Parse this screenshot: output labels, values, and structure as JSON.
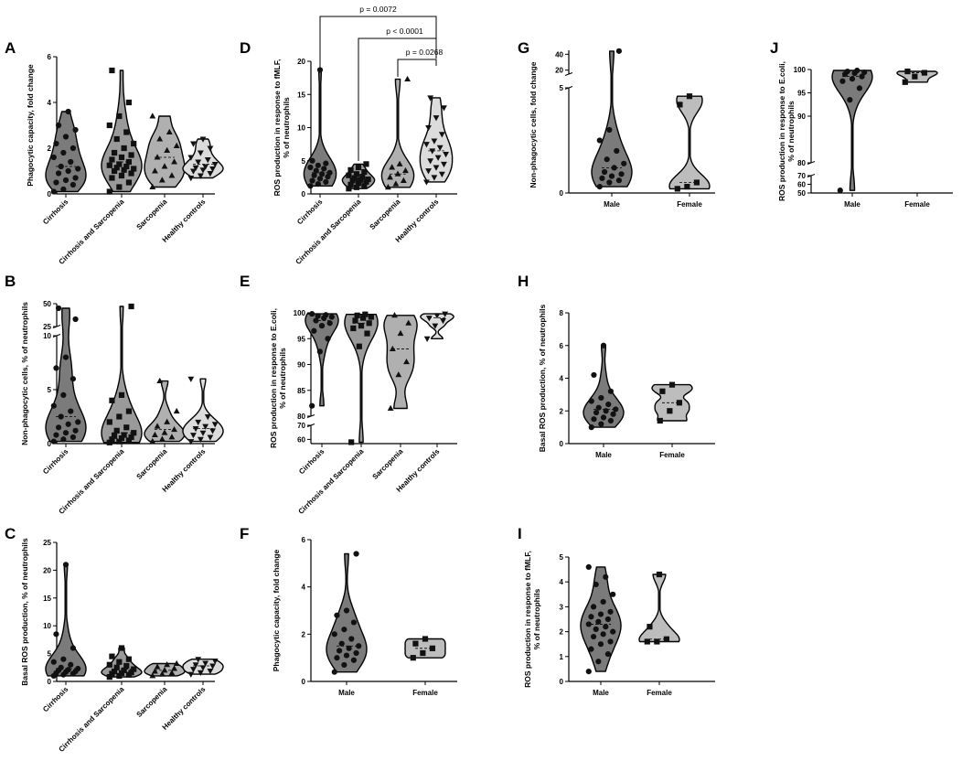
{
  "chart_data": [
    {
      "panel": "A",
      "type": "violin",
      "ylabel": "Phagocytic capacity, fold change",
      "yticks": [
        0,
        2,
        4,
        6
      ],
      "ylim": [
        0,
        6
      ],
      "categories": [
        "Cirrhosis",
        "Cirrhosis and Sarcopenia",
        "Sarcopenia",
        "Healthy controls"
      ],
      "fills": [
        "#7b7b7b",
        "#9a9a9a",
        "#b0b0b0",
        "#dcdcdc"
      ],
      "markers": [
        "circle",
        "square",
        "triangle",
        "triangle-down"
      ],
      "series": [
        {
          "values": [
            0.1,
            0.2,
            0.4,
            0.5,
            0.6,
            0.7,
            0.9,
            1.0,
            1.1,
            1.2,
            1.4,
            1.6,
            1.8,
            2.0,
            2.2,
            2.5,
            2.8,
            3.0,
            3.6
          ]
        },
        {
          "values": [
            0.1,
            0.3,
            0.5,
            0.7,
            0.8,
            0.9,
            1.0,
            1.05,
            1.1,
            1.15,
            1.2,
            1.25,
            1.3,
            1.4,
            1.5,
            1.6,
            1.7,
            1.8,
            2.0,
            2.2,
            2.4,
            2.7,
            3.0,
            3.4,
            4.0,
            5.4
          ]
        },
        {
          "values": [
            0.3,
            0.6,
            0.8,
            1.0,
            1.2,
            1.4,
            1.6,
            1.9,
            2.1,
            2.4,
            2.7,
            3.4
          ]
        },
        {
          "values": [
            0.7,
            0.8,
            0.9,
            1.0,
            1.05,
            1.1,
            1.15,
            1.2,
            1.3,
            1.4,
            1.5,
            1.6,
            1.8,
            2.0,
            2.2,
            2.4
          ]
        }
      ]
    },
    {
      "panel": "B",
      "type": "violin",
      "ylabel": "Non-phagocytic cells, % of neutrophils",
      "yticks": [
        0,
        5,
        10,
        25,
        50
      ],
      "ylim": [
        0,
        50
      ],
      "axis_break": [
        10,
        25
      ],
      "categories": [
        "Cirrhosis",
        "Cirrhosis and Sarcopenia",
        "Sarcopenia",
        "Healthy controls"
      ],
      "fills": [
        "#7b7b7b",
        "#9a9a9a",
        "#b0b0b0",
        "#dcdcdc"
      ],
      "markers": [
        "circle",
        "square",
        "triangle",
        "triangle-down"
      ],
      "series": [
        {
          "values": [
            0.2,
            0.4,
            0.6,
            0.8,
            1.0,
            1.2,
            1.5,
            1.8,
            2.0,
            2.5,
            3.0,
            3.5,
            4.5,
            6.0,
            7.0,
            8.0,
            33,
            45
          ]
        },
        {
          "values": [
            0.1,
            0.2,
            0.3,
            0.4,
            0.5,
            0.6,
            0.7,
            0.8,
            1.0,
            1.2,
            1.5,
            2.0,
            2.5,
            3.0,
            4.0,
            4.5,
            47
          ]
        },
        {
          "values": [
            0.2,
            0.4,
            0.6,
            0.8,
            1.0,
            1.3,
            1.6,
            2.0,
            3.0,
            5.8
          ]
        },
        {
          "values": [
            0.2,
            0.4,
            0.6,
            0.8,
            1.0,
            1.2,
            1.4,
            1.6,
            1.8,
            2.0,
            2.5,
            6.0
          ]
        }
      ]
    },
    {
      "panel": "C",
      "type": "violin",
      "ylabel": "Basal ROS production, % of neutrophils",
      "yticks": [
        0,
        5,
        10,
        15,
        20,
        25
      ],
      "ylim": [
        0,
        25
      ],
      "categories": [
        "Cirrhosis",
        "Cirrhosis and Sarcopenia",
        "Sarcopenia",
        "Healthy controls"
      ],
      "fills": [
        "#7b7b7b",
        "#9a9a9a",
        "#b0b0b0",
        "#dcdcdc"
      ],
      "markers": [
        "circle",
        "square",
        "triangle",
        "triangle-down"
      ],
      "series": [
        {
          "values": [
            1.0,
            1.2,
            1.4,
            1.5,
            1.7,
            1.8,
            2.0,
            2.1,
            2.3,
            2.5,
            3.0,
            3.5,
            4.0,
            6.0,
            8.5,
            21
          ]
        },
        {
          "values": [
            0.8,
            1.0,
            1.2,
            1.4,
            1.5,
            1.6,
            1.8,
            2.0,
            2.2,
            2.5,
            2.8,
            3.0,
            3.5,
            4.0,
            4.5,
            6.0
          ]
        },
        {
          "values": [
            1.0,
            1.3,
            1.5,
            1.8,
            2.0,
            2.3,
            2.6,
            3.0,
            3.2
          ]
        },
        {
          "values": [
            1.3,
            1.6,
            1.9,
            2.2,
            2.5,
            2.8,
            3.0,
            3.3,
            3.7,
            4.0
          ]
        }
      ]
    },
    {
      "panel": "D",
      "type": "violin",
      "ylabel": "ROS production in response to fMLF, % of neutrophils",
      "yticks": [
        0,
        5,
        10,
        15,
        20
      ],
      "ylim": [
        0,
        20
      ],
      "categories": [
        "Cirrhosis",
        "Cirrhosis and Sarcopenia",
        "Sarcopenia",
        "Healthy controls"
      ],
      "fills": [
        "#7b7b7b",
        "#9a9a9a",
        "#b0b0b0",
        "#dcdcdc"
      ],
      "markers": [
        "circle",
        "square",
        "triangle",
        "triangle-down"
      ],
      "series": [
        {
          "values": [
            1.2,
            1.5,
            1.8,
            2.0,
            2.3,
            2.6,
            2.8,
            3.0,
            3.2,
            3.5,
            3.8,
            4.0,
            4.3,
            4.6,
            5.0,
            18.7
          ]
        },
        {
          "values": [
            0.8,
            1.0,
            1.2,
            1.4,
            1.6,
            1.8,
            2.0,
            2.1,
            2.2,
            2.4,
            2.6,
            2.8,
            3.0,
            3.3,
            3.6,
            4.0,
            4.5
          ]
        },
        {
          "values": [
            1.0,
            1.5,
            2.0,
            2.5,
            3.0,
            3.5,
            4.0,
            4.5,
            17.3
          ]
        },
        {
          "values": [
            1.8,
            2.5,
            3.0,
            3.5,
            4.0,
            4.5,
            5.0,
            5.5,
            6.0,
            6.5,
            7.0,
            7.5,
            8.0,
            9.0,
            10.0,
            11.5,
            13.0,
            14.5
          ]
        }
      ],
      "annotations": [
        "p = 0.0072",
        "p < 0.0001",
        "p = 0.0268"
      ]
    },
    {
      "panel": "E",
      "type": "violin",
      "ylabel": "ROS production in response to E.coli, % of neutrophils",
      "yticks": [
        60,
        70,
        80,
        85,
        90,
        95,
        100
      ],
      "ylim": [
        57,
        100
      ],
      "axis_break": [
        70,
        80
      ],
      "categories": [
        "Cirrhosis",
        "Cirrhosis and Sarcopenia",
        "Sarcopenia",
        "Healthy controls"
      ],
      "fills": [
        "#7b7b7b",
        "#9a9a9a",
        "#b0b0b0",
        "#dcdcdc"
      ],
      "markers": [
        "circle",
        "square",
        "triangle",
        "triangle-down"
      ],
      "series": [
        {
          "values": [
            82,
            92.5,
            95,
            96.5,
            97.5,
            98,
            98.5,
            99,
            99.2,
            99.4,
            99.6,
            99.8
          ]
        },
        {
          "values": [
            58,
            93.5,
            96,
            97,
            97.5,
            98,
            98.5,
            99,
            99.2,
            99.5,
            99.7
          ]
        },
        {
          "values": [
            81.5,
            88,
            90.5,
            93,
            96,
            98,
            99.5
          ]
        },
        {
          "values": [
            95,
            97.5,
            98.5,
            99,
            99.5,
            99.8
          ]
        }
      ]
    },
    {
      "panel": "F",
      "type": "violin",
      "ylabel": "Phagocytic capacity, fold change",
      "yticks": [
        0,
        2,
        4,
        6
      ],
      "ylim": [
        0,
        6
      ],
      "categories": [
        "Male",
        "Female"
      ],
      "fills": [
        "#7b7b7b",
        "#bdbdbd"
      ],
      "markers": [
        "circle",
        "square"
      ],
      "series": [
        {
          "values": [
            0.4,
            0.7,
            0.9,
            1.0,
            1.1,
            1.2,
            1.3,
            1.4,
            1.5,
            1.6,
            1.8,
            2.0,
            2.2,
            2.5,
            2.8,
            3.0,
            5.4
          ]
        },
        {
          "values": [
            1.0,
            1.2,
            1.4,
            1.6,
            1.8
          ]
        }
      ]
    },
    {
      "panel": "G",
      "type": "violin",
      "ylabel": "Non-phagocytic cells, fold change",
      "yticks": [
        0,
        5,
        20,
        40
      ],
      "ylim": [
        0,
        45
      ],
      "axis_break": [
        5,
        15
      ],
      "categories": [
        "Male",
        "Female"
      ],
      "fills": [
        "#7b7b7b",
        "#bdbdbd"
      ],
      "markers": [
        "circle",
        "square"
      ],
      "series": [
        {
          "values": [
            0.3,
            0.5,
            0.6,
            0.7,
            0.8,
            0.9,
            1.0,
            1.2,
            1.4,
            1.6,
            2.0,
            2.5,
            3.0,
            44
          ]
        },
        {
          "values": [
            0.2,
            0.3,
            0.5,
            4.2,
            4.6
          ]
        }
      ]
    },
    {
      "panel": "H",
      "type": "violin",
      "ylabel": "Basal ROS production, % of neutrophils",
      "yticks": [
        0,
        2,
        4,
        6,
        8
      ],
      "ylim": [
        0,
        8
      ],
      "categories": [
        "Male",
        "Female"
      ],
      "fills": [
        "#7b7b7b",
        "#bdbdbd"
      ],
      "markers": [
        "circle",
        "square"
      ],
      "series": [
        {
          "values": [
            1.0,
            1.2,
            1.4,
            1.5,
            1.6,
            1.8,
            1.9,
            2.0,
            2.1,
            2.2,
            2.4,
            2.6,
            2.8,
            3.2,
            4.2,
            6.0
          ]
        },
        {
          "values": [
            1.4,
            2.0,
            2.5,
            3.2,
            3.6
          ]
        }
      ]
    },
    {
      "panel": "I",
      "type": "violin",
      "ylabel": "ROS production in response to fMLF, % of neutrophils",
      "yticks": [
        0,
        1,
        2,
        3,
        4,
        5
      ],
      "ylim": [
        0,
        5
      ],
      "categories": [
        "Male",
        "Female"
      ],
      "fills": [
        "#7b7b7b",
        "#bdbdbd"
      ],
      "markers": [
        "circle",
        "square"
      ],
      "series": [
        {
          "values": [
            0.4,
            0.8,
            1.1,
            1.3,
            1.5,
            1.6,
            1.8,
            1.9,
            2.0,
            2.1,
            2.2,
            2.3,
            2.4,
            2.5,
            2.6,
            2.7,
            2.8,
            3.0,
            3.2,
            3.5,
            3.9,
            4.2,
            4.6
          ]
        },
        {
          "values": [
            1.6,
            1.6,
            1.7,
            2.2,
            4.3
          ]
        }
      ]
    },
    {
      "panel": "J",
      "type": "violin",
      "ylabel": "ROS production in response to E.coli, % of neutrophils",
      "yticks": [
        50,
        60,
        70,
        80,
        90,
        95,
        100
      ],
      "ylim": [
        50,
        100
      ],
      "axis_break": [
        70,
        80
      ],
      "categories": [
        "Male",
        "Female"
      ],
      "fills": [
        "#7b7b7b",
        "#bdbdbd"
      ],
      "markers": [
        "circle",
        "square"
      ],
      "series": [
        {
          "values": [
            53,
            93.5,
            96,
            97.5,
            98,
            98.5,
            99,
            99.2,
            99.4,
            99.6,
            99.8
          ]
        },
        {
          "values": [
            97.3,
            98.5,
            99.3,
            99.6
          ]
        }
      ]
    }
  ]
}
